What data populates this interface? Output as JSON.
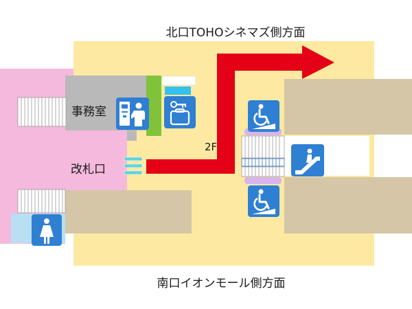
{
  "labels": {
    "north_exit": "北口TOHOシネマズ側方面",
    "south_exit": "南口イオンモール側方面",
    "station_office": "事務室",
    "ticket_gate": "改札口",
    "floor": "2F"
  },
  "icons": {
    "ticket_machine": "ticket-machine-person-icon",
    "coin_locker": "coin-locker-icon",
    "accessible_upper": "wheelchair-ramp-icon",
    "escalator": "escalator-icon",
    "accessible_lower": "wheelchair-ramp-icon",
    "restroom": "woman-restroom-icon"
  },
  "colors": {
    "concourse": "#fde9a2",
    "station_area": "#f5b9dd",
    "office": "#b9b9b9",
    "structure": "#d4c6a6",
    "route_arrow": "#e40016",
    "icon_blue": "#2f7fd3",
    "locker_green": "#80c33a",
    "elevator_lavender": "#d7b4ee",
    "gate_teal": "#5fd3dc"
  }
}
